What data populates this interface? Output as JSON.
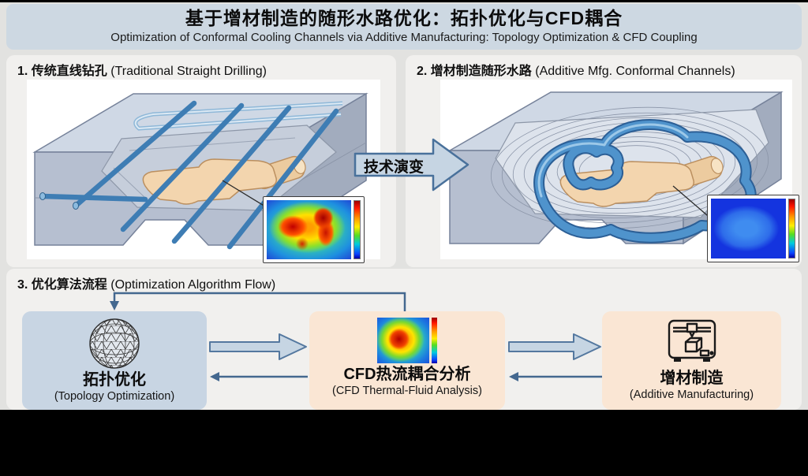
{
  "header": {
    "title_zh": "基于增材制造的随形水路优化：拓扑优化与CFD耦合",
    "title_en": "Optimization of Conformal Cooling Channels via Additive Manufacturing: Topology Optimization & CFD Coupling"
  },
  "sections": {
    "traditional": {
      "heading_zh": "1. 传统直线钻孔",
      "heading_en": " (Traditional Straight Drilling)"
    },
    "conformal": {
      "heading_zh": "2. 增材制造随形水路",
      "heading_en": " (Additive Mfg. Conformal Channels)"
    },
    "flow": {
      "heading_zh": "3. 优化算法流程",
      "heading_en": " (Optimization Algorithm Flow)"
    }
  },
  "tech_arrow": {
    "label": "技术演变"
  },
  "flow_nodes": {
    "topology": {
      "zh": "拓扑优化",
      "en": "(Topology Optimization)",
      "icon": "mesh-sphere-icon"
    },
    "cfd": {
      "zh": "CFD热流耦合分析",
      "en": "(CFD Thermal-Fluid Analysis)",
      "icon": "cfd-heatmap-icon"
    },
    "am": {
      "zh": "增材制造",
      "en": "(Additive Manufacturing)",
      "icon": "3d-printer-icon"
    }
  },
  "colors": {
    "page_bg": "#e2e2e0",
    "titlebar_bg": "#cdd8e2",
    "panel_bg": "#f1f0ee",
    "topology_box_bg": "#c8d5e3",
    "peach_box_bg": "#fae6d4",
    "block_arrow_fill": "#c6d5e3",
    "block_arrow_stroke": "#54789f",
    "feedback_arrow": "#44688f",
    "cooling_pipe_blue": "#3e7db4",
    "mold_metal": "#cfd8e5",
    "part_beige": "#f3d5ae",
    "heatmap_hot": "#cc1100",
    "heatmap_cool": "#1434df",
    "letterbox": "#000000"
  }
}
